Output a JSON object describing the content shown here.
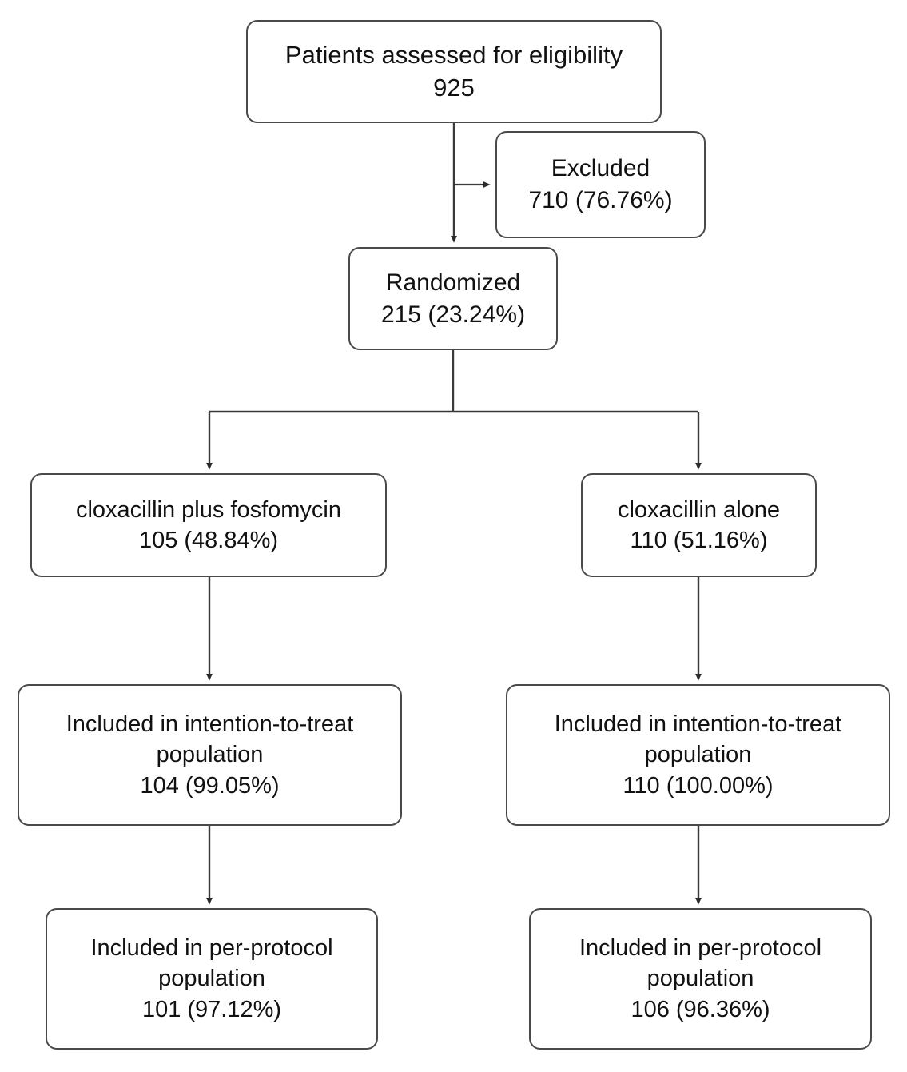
{
  "diagram": {
    "type": "consort-flow-diagram",
    "title": "",
    "colors": {
      "box_border": "#4a4a4a",
      "box_fill": "#ffffff",
      "connector": "#3a3a3a",
      "text": "#111111",
      "background": "#ffffff"
    },
    "nodes": [
      {
        "id": "eligibility",
        "lines": [
          "Patients assessed for eligibility",
          "925"
        ],
        "label": "Patients assessed for eligibility",
        "count": "925",
        "percent": ""
      },
      {
        "id": "excluded",
        "lines": [
          "Excluded",
          "710 (76.76%)"
        ],
        "label": "Excluded",
        "count": "710",
        "percent": "76.76%"
      },
      {
        "id": "randomized",
        "lines": [
          "Randomized",
          "215 (23.24%)"
        ],
        "label": "Randomized",
        "count": "215",
        "percent": "23.24%"
      },
      {
        "id": "arm_left",
        "lines": [
          "cloxacillin plus fosfomycin",
          "105 (48.84%)"
        ],
        "label": "cloxacillin plus fosfomycin",
        "count": "105",
        "percent": "48.84%"
      },
      {
        "id": "arm_right",
        "lines": [
          "cloxacillin alone",
          "110 (51.16%)"
        ],
        "label": "cloxacillin alone",
        "count": "110",
        "percent": "51.16%"
      },
      {
        "id": "itt_left",
        "lines": [
          "Included in intention-to-treat",
          "population",
          "104 (99.05%)"
        ],
        "label": "Included in intention-to-treat population",
        "count": "104",
        "percent": "99.05%"
      },
      {
        "id": "itt_right",
        "lines": [
          "Included in intention-to-treat",
          "population",
          "110 (100.00%)"
        ],
        "label": "Included in intention-to-treat population",
        "count": "110",
        "percent": "100.00%"
      },
      {
        "id": "pp_left",
        "lines": [
          "Included in per-protocol",
          "population",
          "101 (97.12%)"
        ],
        "label": "Included in per-protocol population",
        "count": "101",
        "percent": "97.12%"
      },
      {
        "id": "pp_right",
        "lines": [
          "Included in per-protocol",
          "population",
          "106 (96.36%)"
        ],
        "label": "Included in per-protocol population",
        "count": "106",
        "percent": "96.36%"
      }
    ],
    "edges": [
      {
        "id": "eligibility-to-randomized",
        "from": "eligibility",
        "to": "randomized",
        "arrow": true
      },
      {
        "id": "eligibility-to-excluded",
        "from": "eligibility",
        "to": "excluded",
        "arrow": true
      },
      {
        "id": "randomized-to-arm-left",
        "from": "randomized",
        "to": "arm_left",
        "arrow": true
      },
      {
        "id": "randomized-to-arm-right",
        "from": "randomized",
        "to": "arm_right",
        "arrow": true
      },
      {
        "id": "arm-left-to-itt-left",
        "from": "arm_left",
        "to": "itt_left",
        "arrow": true
      },
      {
        "id": "arm-right-to-itt-right",
        "from": "arm_right",
        "to": "itt_right",
        "arrow": true
      },
      {
        "id": "itt-left-to-pp-left",
        "from": "itt_left",
        "to": "pp_left",
        "arrow": true
      },
      {
        "id": "itt-right-to-pp-right",
        "from": "itt_right",
        "to": "pp_right",
        "arrow": true
      }
    ]
  }
}
